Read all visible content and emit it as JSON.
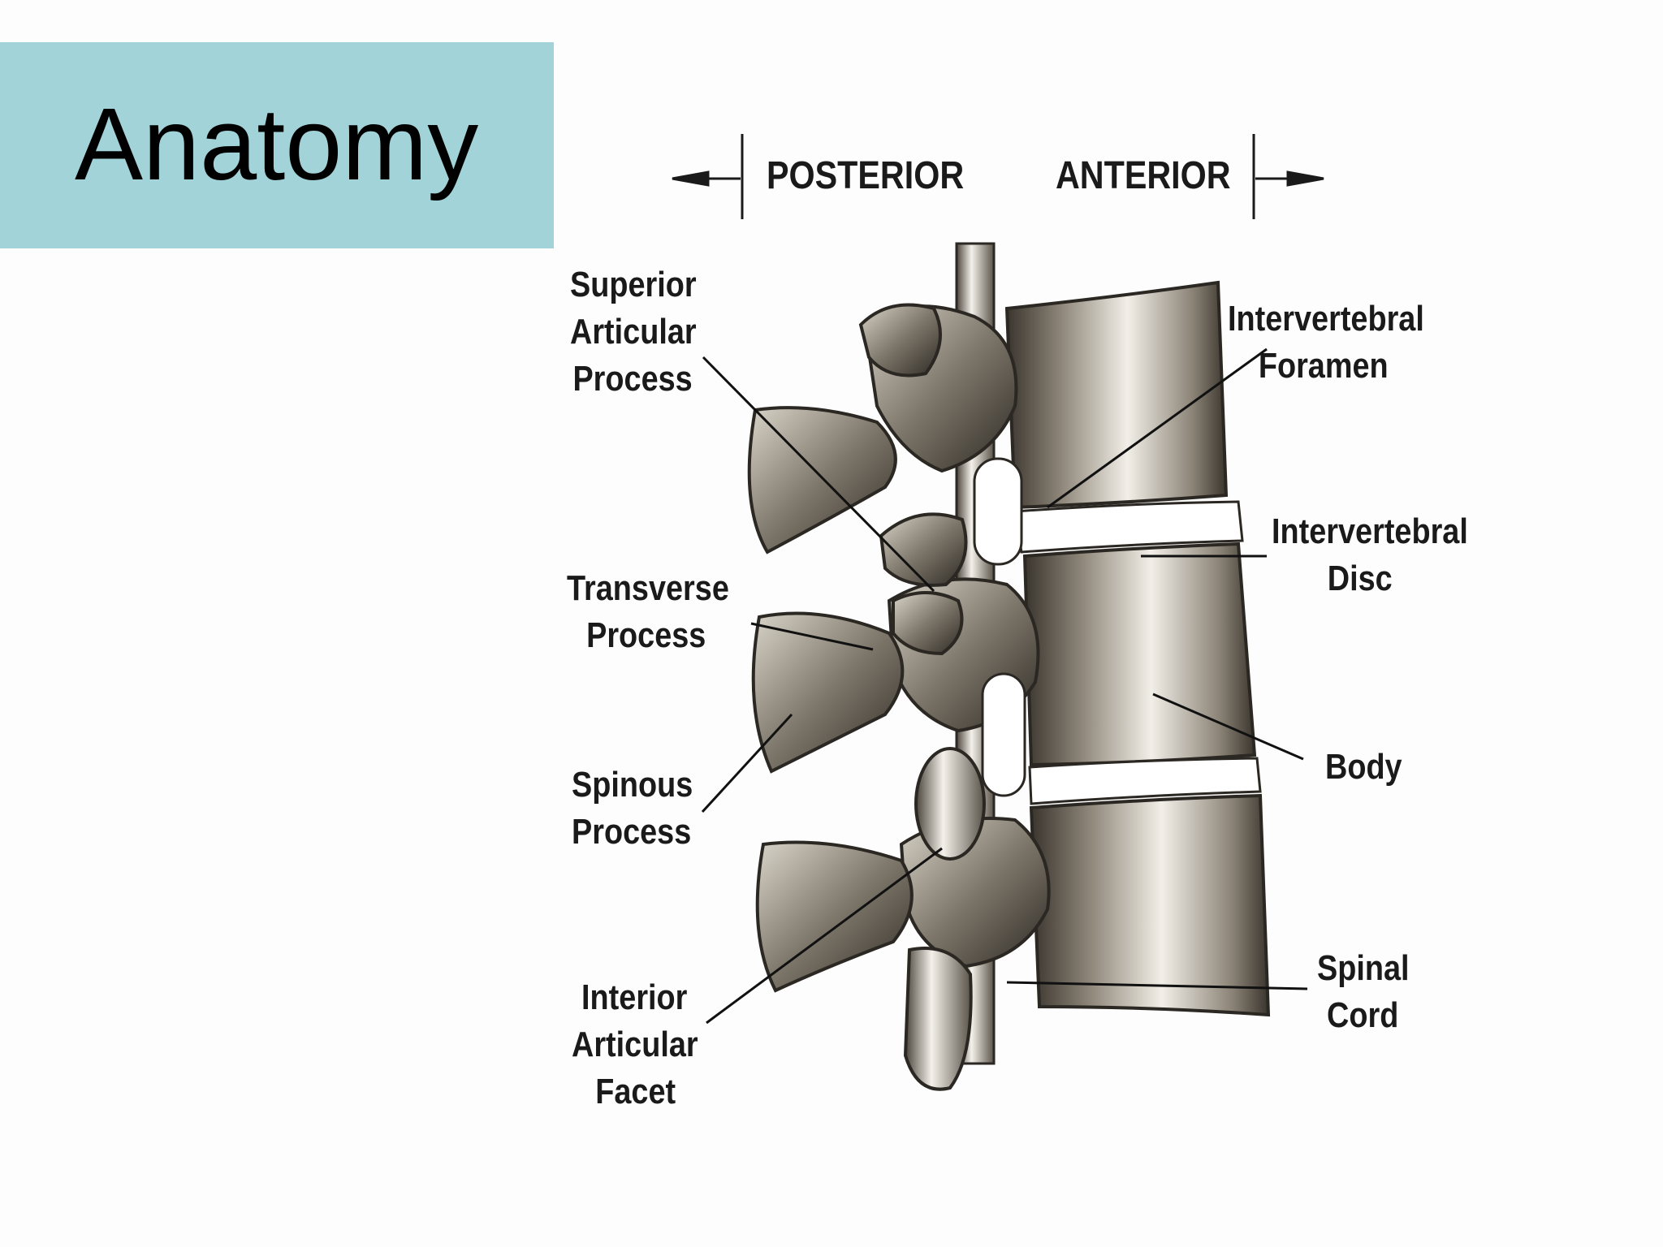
{
  "slide": {
    "title": "Anatomy",
    "accent_color": "#a2d3d9"
  },
  "diagram": {
    "directions": {
      "posterior": "POSTERIOR",
      "anterior": "ANTERIOR"
    },
    "labels": {
      "superior_articular_process": [
        "Superior",
        "Articular",
        "Process"
      ],
      "transverse_process": [
        "Transverse",
        "Process"
      ],
      "spinous_process": [
        "Spinous",
        "Process"
      ],
      "interior_articular_facet": [
        "Interior",
        "Articular",
        "Facet"
      ],
      "intervertebral_foramen": [
        "Intervertebral",
        "Foramen"
      ],
      "intervertebral_disc": [
        "Intervertebral",
        "Disc"
      ],
      "body": [
        "Body"
      ],
      "spinal_cord": [
        "Spinal",
        "Cord"
      ]
    },
    "colors": {
      "bone": "#8f877a",
      "bone_light": "#e8e4da",
      "bone_dark": "#2b2722",
      "leader_line": "#111111"
    }
  }
}
